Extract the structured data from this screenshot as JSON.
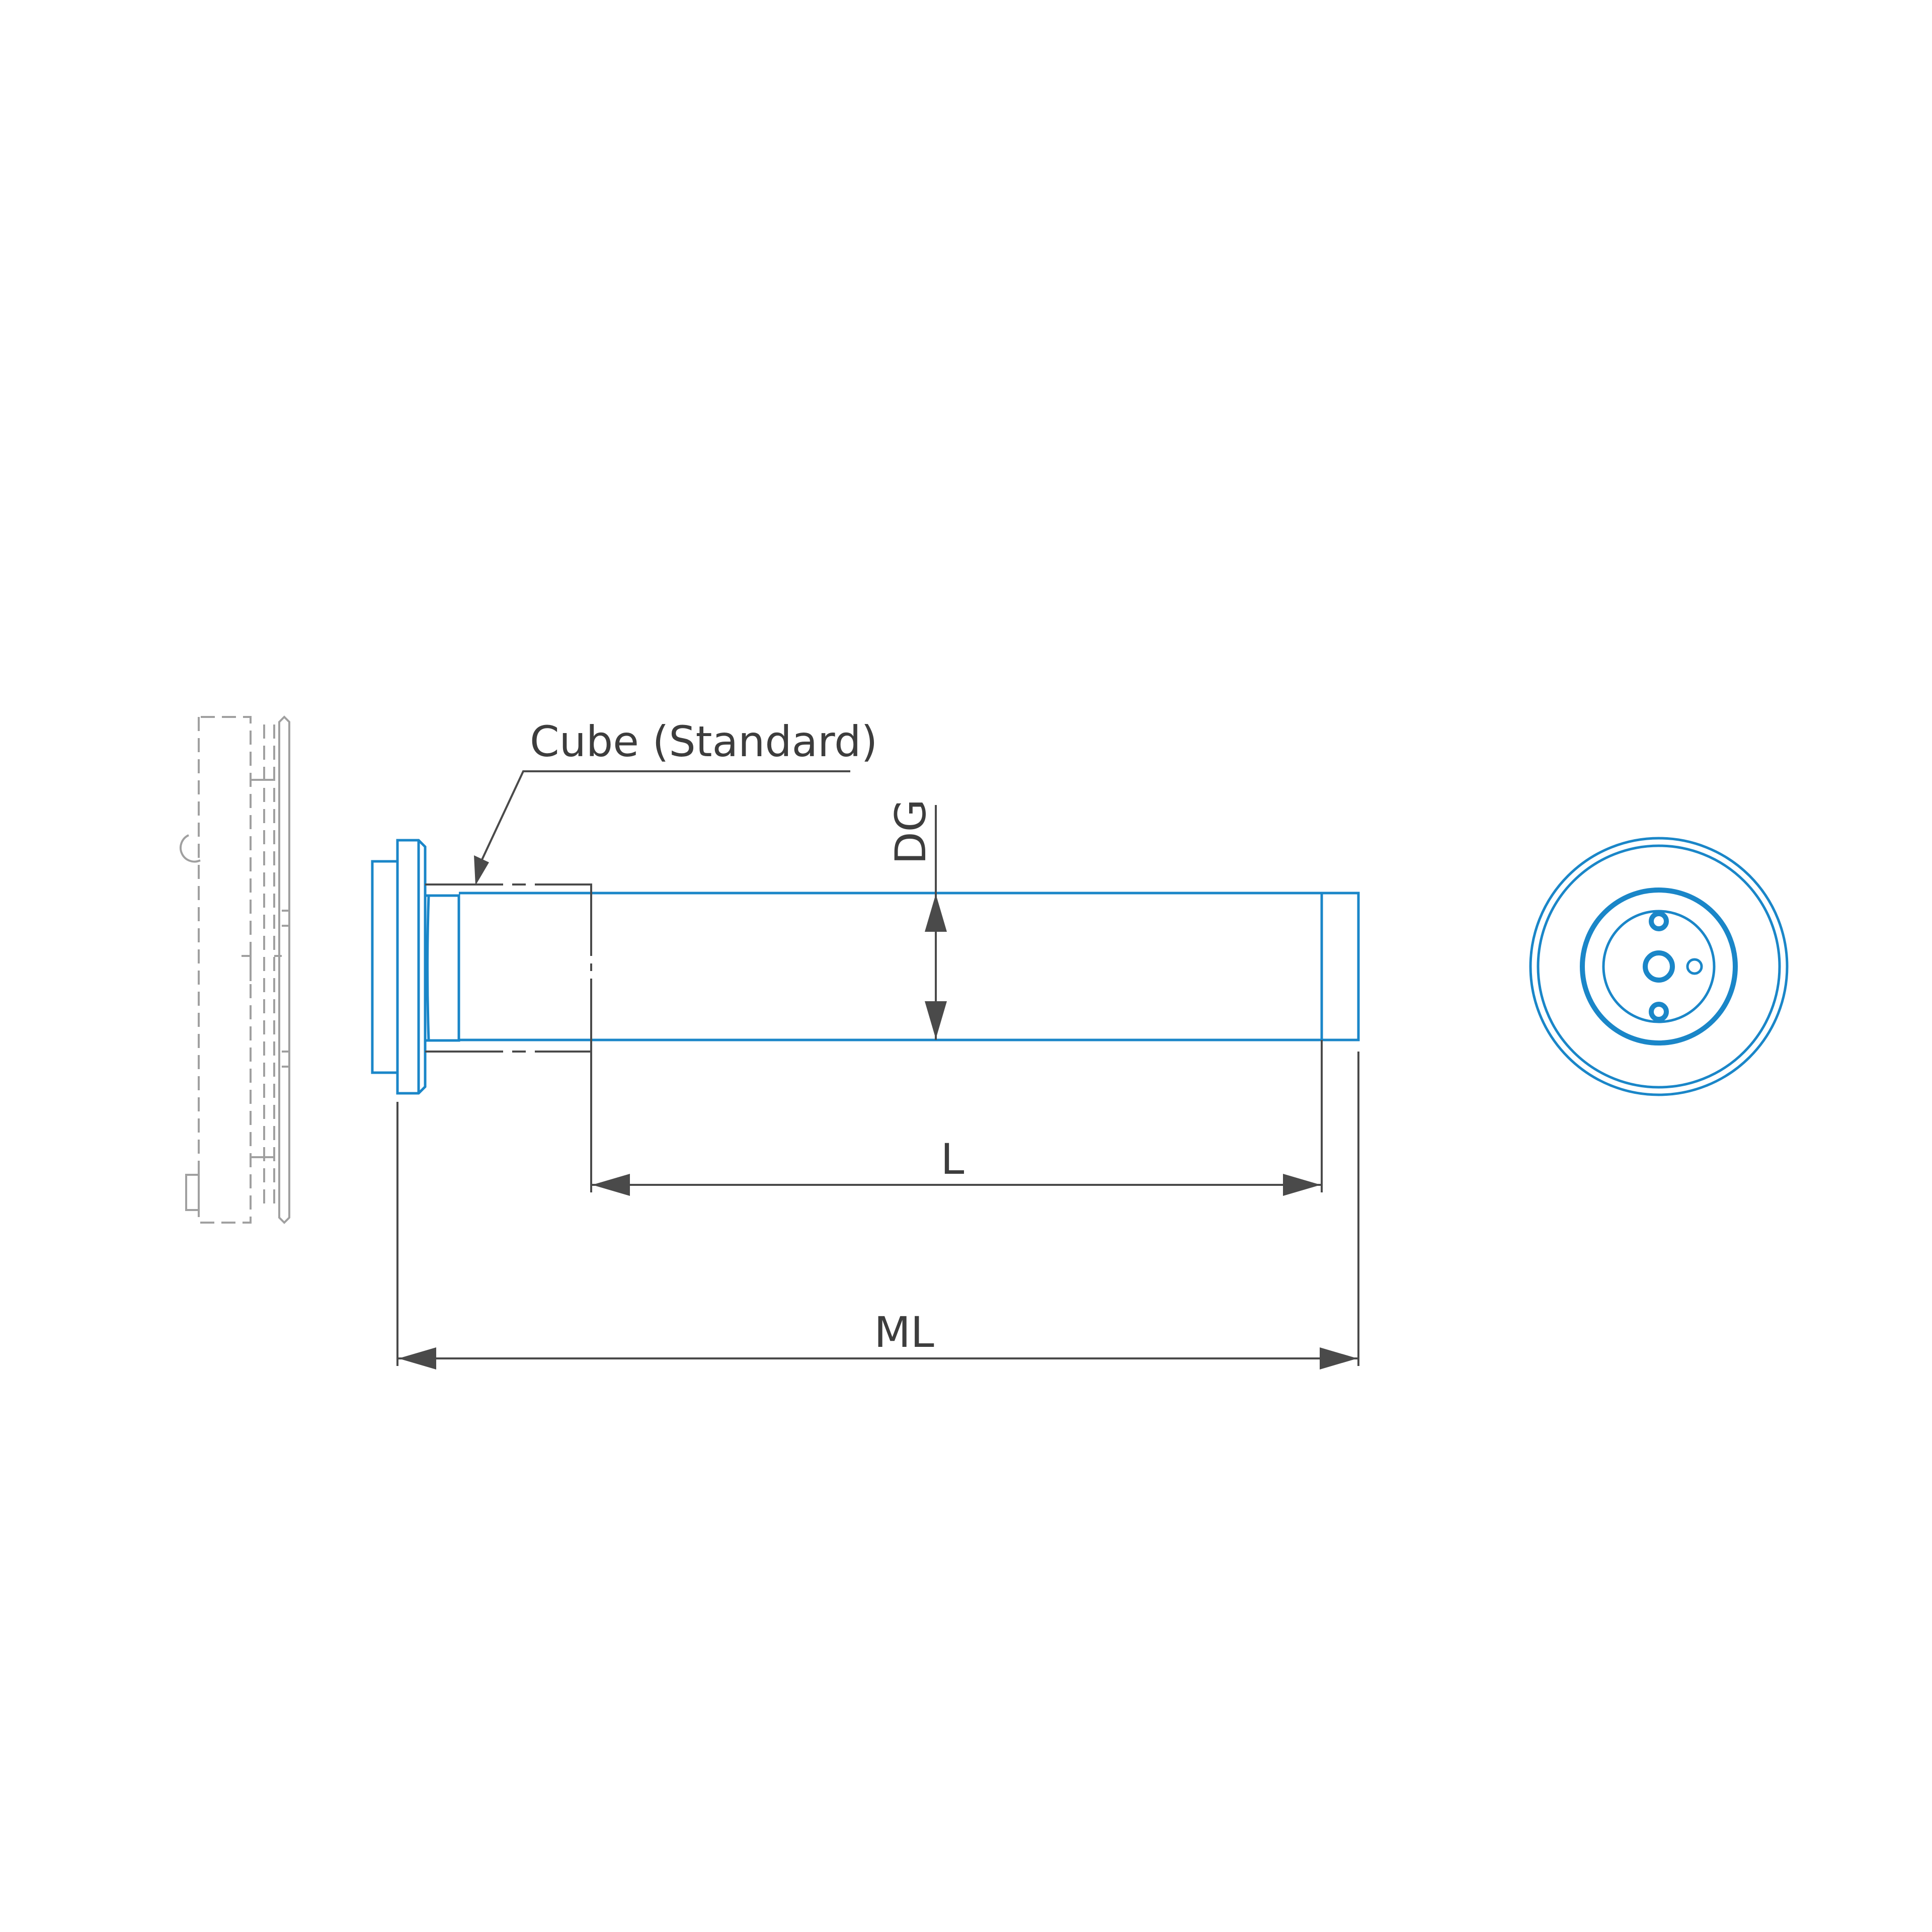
{
  "labels": {
    "cube": "Cube (Standard)",
    "dg": "DG",
    "l": "L",
    "ml": "ML"
  },
  "colors": {
    "part": "#1a86c8",
    "dimension": "#4a4a4a",
    "ghost": "#a0a0a0"
  }
}
